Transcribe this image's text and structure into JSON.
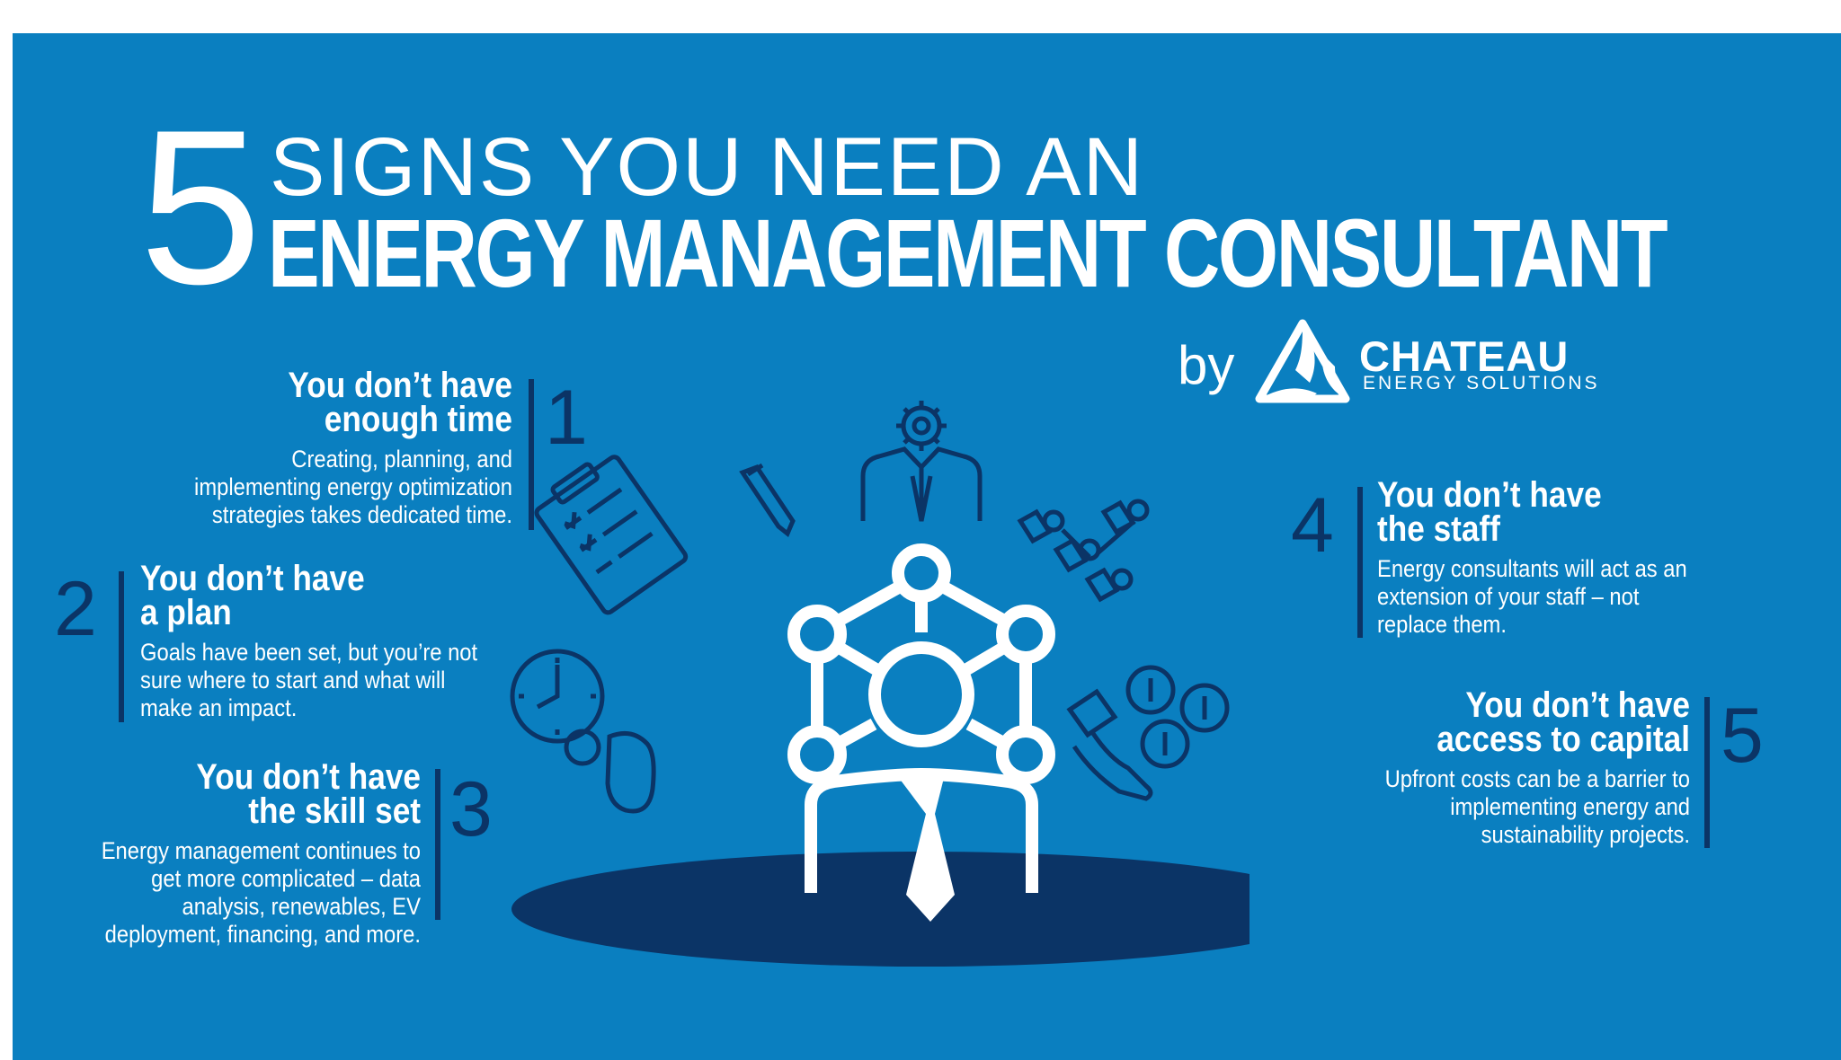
{
  "title": {
    "number": "5",
    "line1": "SIGNS YOU NEED AN",
    "line2": "ENERGY MANAGEMENT CONSULTANT"
  },
  "brand": {
    "by": "by",
    "name": "CHATEAU",
    "subtitle": "ENERGY SOLUTIONS"
  },
  "signs": [
    {
      "number": "1",
      "heading_line1": "You don’t have",
      "heading_line2": "enough time",
      "body": [
        "Creating, planning, and",
        "implementing energy optimization",
        "strategies takes dedicated time."
      ]
    },
    {
      "number": "2",
      "heading_line1": "You don’t have",
      "heading_line2": "a plan",
      "body": [
        "Goals have been set, but you’re not",
        "sure where to start and what will",
        "make an impact."
      ]
    },
    {
      "number": "3",
      "heading_line1": "You don’t have",
      "heading_line2": "the skill set",
      "body": [
        "Energy management continues to",
        "get more complicated – data",
        "analysis, renewables, EV",
        "deployment, financing, and more."
      ]
    },
    {
      "number": "4",
      "heading_line1": "You don’t have",
      "heading_line2": "the staff",
      "body": [
        "Energy consultants will act as an",
        "extension of your staff – not",
        "replace them."
      ]
    },
    {
      "number": "5",
      "heading_line1": "You don’t have",
      "heading_line2": "access to capital",
      "body": [
        "Upfront costs can be a barrier to",
        "implementing energy and",
        "sustainability projects."
      ]
    }
  ],
  "colors": {
    "background": "#0a7fc0",
    "accent_dark": "#0b3466",
    "text": "#ffffff"
  }
}
